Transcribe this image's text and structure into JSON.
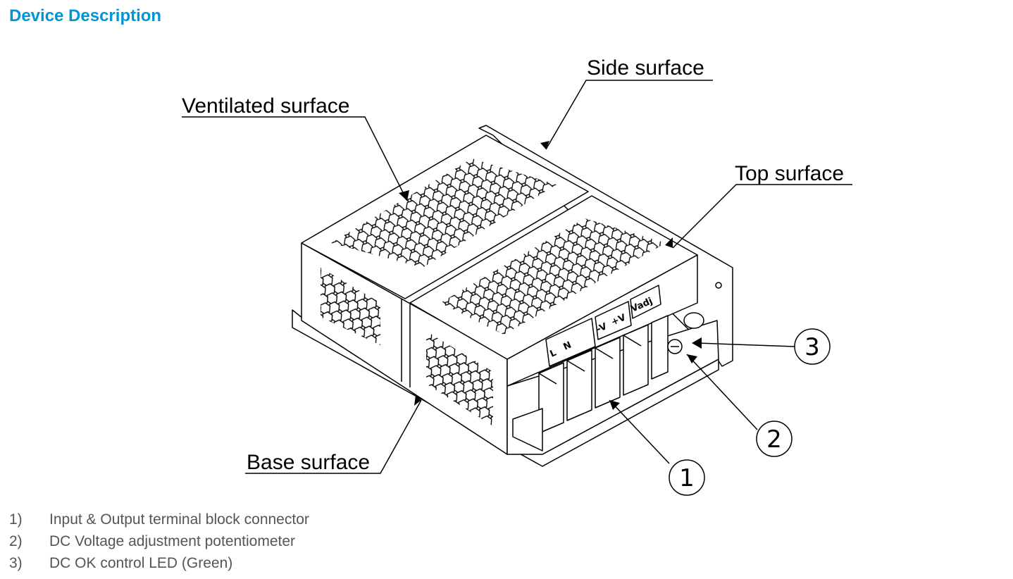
{
  "heading": "Device Description",
  "callouts": {
    "side": "Side surface",
    "ventilated": "Ventilated surface",
    "top": "Top surface",
    "base": "Base surface"
  },
  "markers": [
    "1",
    "2",
    "3"
  ],
  "terminal_labels": [
    "L",
    "N",
    "-V",
    "+V",
    "Vadj"
  ],
  "legend": [
    {
      "number": "1)",
      "text": "Input & Output terminal block connector"
    },
    {
      "number": "2)",
      "text": "DC Voltage adjustment potentiometer"
    },
    {
      "number": "3)",
      "text": "DC OK control LED (Green)"
    }
  ],
  "colors": {
    "heading": "#0096d6",
    "legend_text": "#555555",
    "line_art": "#000000"
  }
}
